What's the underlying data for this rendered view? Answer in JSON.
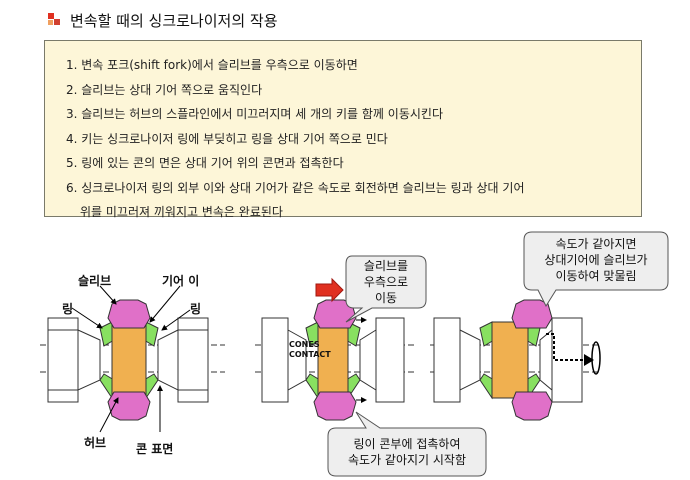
{
  "title": "변속할 때의 싱크로나이저의 작용",
  "steps": [
    "1. 변속 포크(shift fork)에서  슬리브를 우측으로 이동하면",
    "2. 슬리브는 상대 기어 쪽으로 움직인다",
    "3. 슬리브는 허브의 스플라인에서  미끄러지며  세 개의 키를 함께  이동시킨다",
    "4.  키는 싱크로나이저 링에 부딪히고 링을 상대 기어 쪽으로 민다",
    "5. 링에 있는 콘의 면은 상대 기어 위의 콘면과 접촉한다",
    "6. 싱크로나이저 링의 외부 이와 상대 기어가 같은 속도로 회전하면  슬리브는 링과 상대 기어",
    "위를 미끄러져 끼워지고  변속은 완료된다"
  ],
  "labels": {
    "sleeve": "슬리브",
    "gear_tooth": "기어 이",
    "ring_left": "링",
    "ring_right": "링",
    "hub": "허브",
    "cone_surface": "콘 표면",
    "cones_contact_1": "CONES",
    "cones_contact_2": "CONTACT"
  },
  "callouts": {
    "move_right": [
      "슬리브를",
      "우측으로",
      "이동"
    ],
    "same_speed": [
      "속도가  같아지면",
      "상대기어에 슬리브가",
      "이동하여 맞물림"
    ],
    "contact": [
      "링이 콘부에 접촉하여",
      "속도가 같아지기 시작함"
    ]
  },
  "colors": {
    "sleeve": "#e070c8",
    "hub": "#f0b050",
    "ring": "#88e060",
    "arrow": "#e03020",
    "box_bg": "#fdf6d8"
  }
}
